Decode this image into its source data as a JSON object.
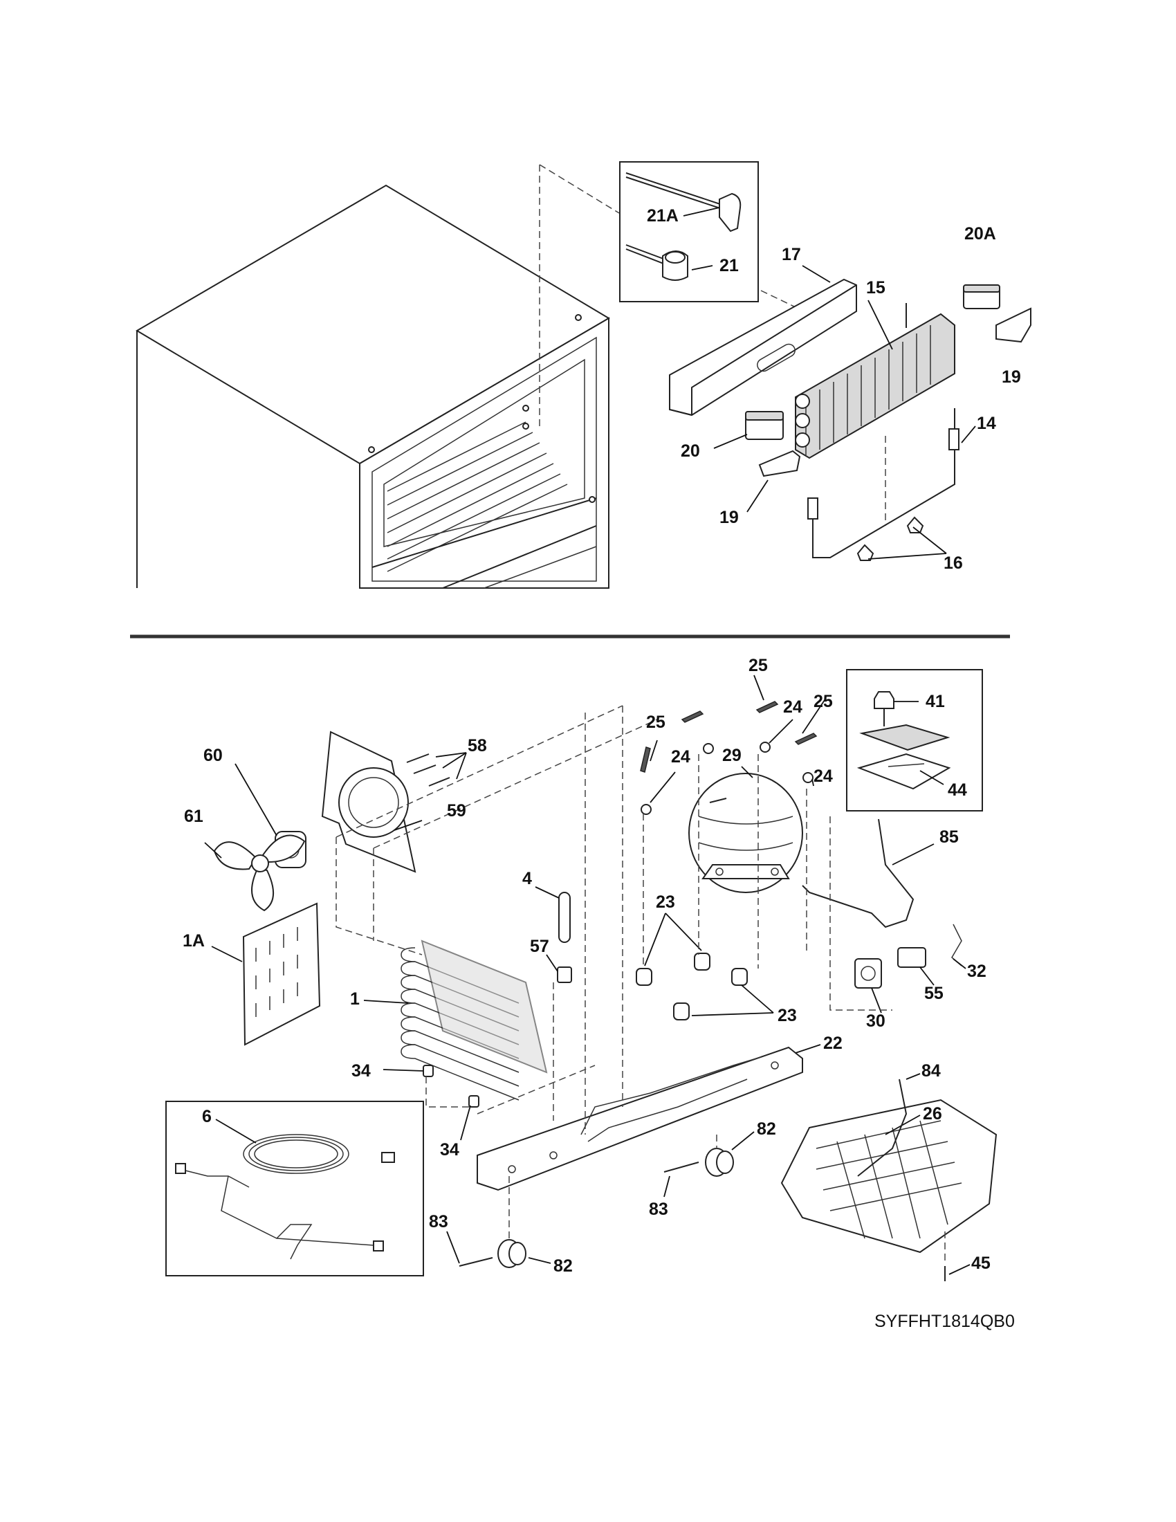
{
  "drawing_id": "SYFFHT1814QB0",
  "labels": {
    "p14": "14",
    "p15": "15",
    "p16": "16",
    "p17": "17",
    "p19a": "19",
    "p19b": "19",
    "p20": "20",
    "p20a": "20A",
    "p21": "21",
    "p21a": "21A",
    "p1": "1",
    "p1a": "1A",
    "p4": "4",
    "p6": "6",
    "p22": "22",
    "p23a": "23",
    "p23b": "23",
    "p24a": "24",
    "p24b": "24",
    "p24c": "24",
    "p25a": "25",
    "p25b": "25",
    "p25c": "25",
    "p26": "26",
    "p29": "29",
    "p30": "30",
    "p32": "32",
    "p34a": "34",
    "p34b": "34",
    "p41": "41",
    "p44": "44",
    "p45": "45",
    "p55": "55",
    "p57": "57",
    "p58": "58",
    "p59": "59",
    "p60": "60",
    "p61": "61",
    "p82a": "82",
    "p82b": "82",
    "p83a": "83",
    "p83b": "83",
    "p84": "84",
    "p85": "85"
  }
}
